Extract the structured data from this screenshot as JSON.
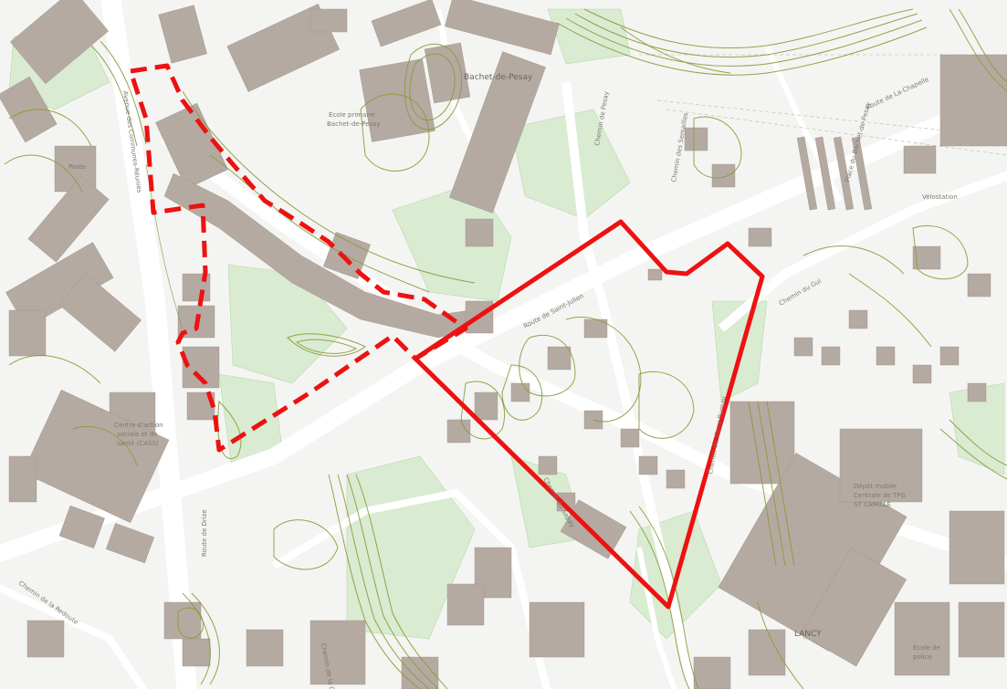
{
  "map": {
    "colors": {
      "background": "#f4f5f2",
      "building": "#b5aaa1",
      "green_area": "#d9ebd1",
      "contour": "#8a9a3a",
      "boundary": "#ee1111"
    },
    "boundary_solid": {
      "style": "solid",
      "color": "#ee1111"
    },
    "boundary_dashed": {
      "style": "dashed",
      "color": "#ee1111"
    },
    "labels": {
      "lancy": "LANCY",
      "bachet_de_pesay": "Bachet-de-Pesay",
      "ecole_primaire": "Ecole primaire",
      "ecole_primaire_2": "Bachet-de-Pesay",
      "route_de_saint_julien": "Route de Saint-Julien",
      "chemin_du_sapay": "Chemin du Sapay",
      "chemin_de_vieux_bureau": "Chemin de Vieux-Bureau",
      "chemin_du_gui": "Chemin du Gui",
      "chemin_de_la_redoute": "Chemin de la Redoute",
      "chemin_de_pesay": "Chemin de Pesay",
      "chemin_des_semailles": "Chemin des Semailles",
      "route_de_la_chapelle": "Route de La-Chapelle",
      "place_du_bachet": "Place du Bachet-de-Pesay",
      "avenue_communes_reunies": "Avenue des Communes-Réunies",
      "route_de_drize": "Route de Drize",
      "chemin_de_la_caroline": "Chemin de la Caroline",
      "velostation": "Vélostation",
      "poste": "Poste",
      "cams_1": "Centre d'action",
      "cams_2": "sociale et de",
      "cams_3": "santé (CASS)",
      "depot_1": "Dépôt mobile",
      "depot_2": "Centrale de TPG",
      "depot_3": "ST CAMILLE",
      "ecole_sapay_1": "Ecole de",
      "ecole_sapay_2": "police"
    }
  }
}
